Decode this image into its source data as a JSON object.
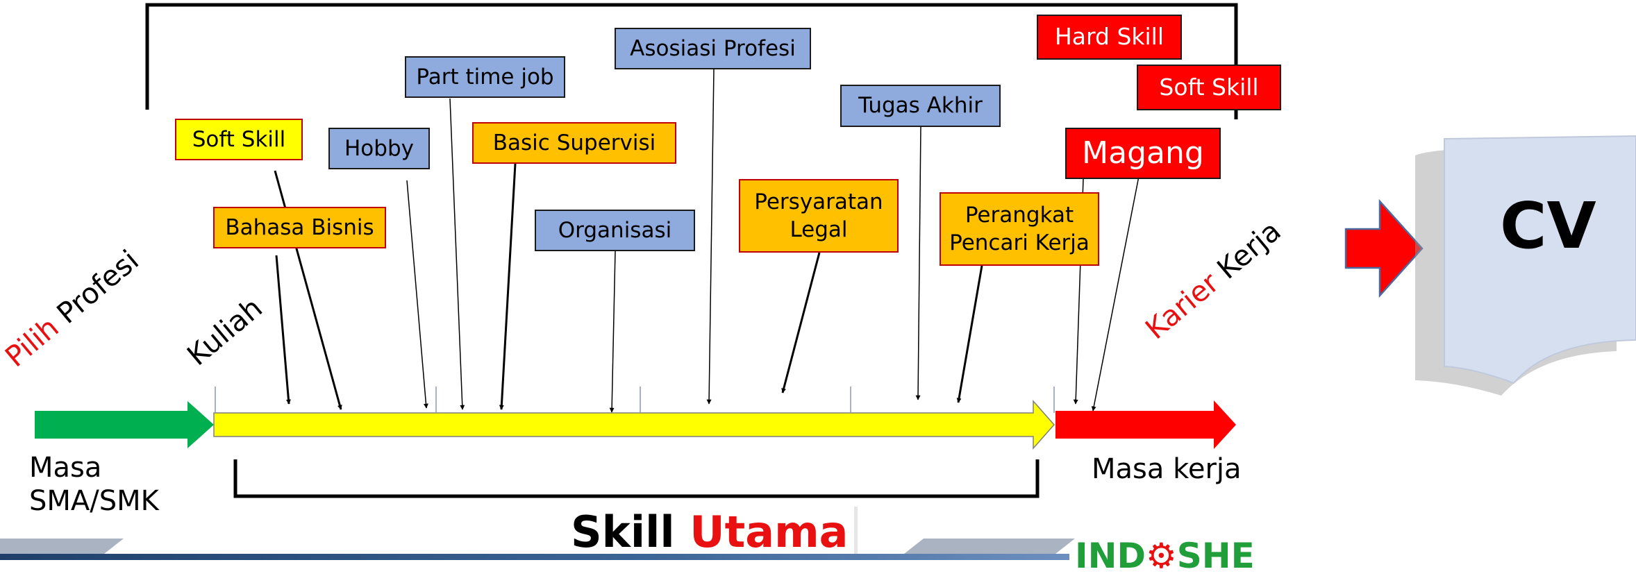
{
  "labels": {
    "pilih": "Pilih",
    "profesi": "Profesi",
    "kuliah": "Kuliah",
    "karier": "Karier",
    "kerja": "Kerja",
    "masa_sma_line1": "Masa",
    "masa_sma_line2": "SMA/SMK",
    "masa_kerja": "Masa kerja",
    "skill": "Skill",
    "utama": "Utama",
    "cv": "CV",
    "logo_left": "IND",
    "logo_gear": "⚙",
    "logo_right": "SHE"
  },
  "boxes": {
    "soft_skill_yellow": "Soft Skill",
    "hobby": "Hobby",
    "part_time_job": "Part time job",
    "basic_supervisi": "Basic Supervisi",
    "asosiasi_profesi": "Asosiasi Profesi",
    "bahasa_bisnis": "Bahasa Bisnis",
    "organisasi": "Organisasi",
    "persyaratan_legal": "Persyaratan\nLegal",
    "tugas_akhir": "Tugas Akhir",
    "perangkat_pencari_kerja": "Perangkat\nPencari Kerja",
    "hard_skill": "Hard Skill",
    "soft_skill_red": "Soft Skill",
    "magang": "Magang"
  },
  "colors": {
    "green_arrow": "#00b050",
    "yellow_arrow": "#ffff00",
    "red_arrow": "#ff0000",
    "blue_box": "#8faadc",
    "orange_box": "#ffc000",
    "accent_red": "#e81010",
    "cv_card": "#d6dff0",
    "footer_band": "#2e4f7a"
  }
}
